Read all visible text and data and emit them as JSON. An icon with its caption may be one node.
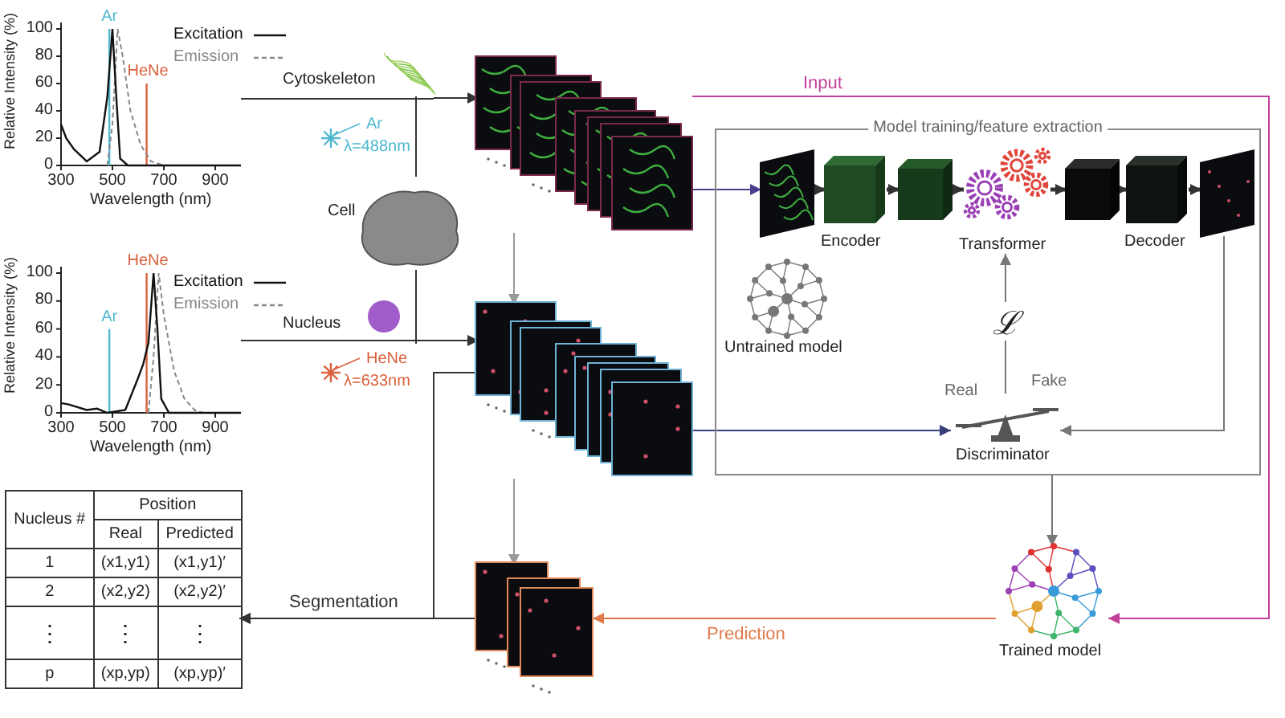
{
  "diagram": {
    "nodes": [
      {
        "text": [
          "Cytoskeleton"
        ]
      },
      {
        "text": [
          "Cell"
        ]
      },
      {
        "text": [
          "Nucleus"
        ]
      },
      {
        "text": [],
        "shape": "picture"
      },
      {
        "text": [],
        "shape": "picture"
      },
      {
        "text": [
          "Model training/feature extraction"
        ]
      },
      {
        "text": [],
        "shape": "picture",
        "in": 5
      },
      {
        "text": [
          "Encoder"
        ],
        "in": 5
      },
      {
        "text": [],
        "shape": "cube",
        "in": 5
      },
      {
        "text": [
          "Transformer"
        ],
        "in": 5
      },
      {
        "text": [],
        "shape": "cube",
        "in": 5
      },
      {
        "text": [
          "Decoder"
        ],
        "in": 5
      },
      {
        "text": [],
        "shape": "picture",
        "in": 5
      },
      {
        "text": [
          "Untrained model"
        ],
        "in": 5
      },
      {
        "text": [
          "Discriminator"
        ],
        "in": 5
      },
      {
        "text": [
          "ℒ"
        ],
        "in": 5
      },
      {
        "text": [
          "Trained model"
        ]
      },
      {
        "text": [],
        "shape": "picture"
      },
      {
        "text": [],
        "shape": "table"
      }
    ],
    "edges": [
      {
        "from": 0,
        "to": 3,
        "arrow": "to"
      },
      {
        "from": 1,
        "to": 0,
        "arrow": "none"
      },
      {
        "from": 1,
        "to": 2,
        "arrow": "none"
      },
      {
        "from": 2,
        "to": 4,
        "arrow": "to"
      },
      {
        "from": 3,
        "to": 4,
        "arrow": "to",
        "color": "#999999"
      },
      {
        "from": 4,
        "to": 17,
        "arrow": "to",
        "color": "#999999"
      },
      {
        "from": 3,
        "to": 16,
        "arrow": "to",
        "label": "Input",
        "color": "#c0409a"
      },
      {
        "from": 3,
        "to": 6,
        "arrow": "to",
        "color": "#4a3f8c"
      },
      {
        "from": 6,
        "to": 7,
        "arrow": "to",
        "style": "thick"
      },
      {
        "from": 7,
        "to": 8,
        "arrow": "to",
        "style": "thick"
      },
      {
        "from": 8,
        "to": 9,
        "arrow": "to",
        "style": "thick"
      },
      {
        "from": 9,
        "to": 10,
        "arrow": "to",
        "style": "thick"
      },
      {
        "from": 10,
        "to": 11,
        "arrow": "to",
        "style": "thick"
      },
      {
        "from": 11,
        "to": 12,
        "arrow": "to",
        "style": "thick"
      },
      {
        "from": 12,
        "to": 14,
        "arrow": "to",
        "color": "#777777"
      },
      {
        "from": 4,
        "to": 14,
        "arrow": "to",
        "color": "#3a3f7a"
      },
      {
        "from": 14,
        "to": 15,
        "arrow": "none",
        "color": "#777777"
      },
      {
        "from": 15,
        "to": 9,
        "arrow": "to",
        "color": "#777777"
      },
      {
        "from": 5,
        "to": 16,
        "arrow": "to",
        "color": "#777777"
      },
      {
        "from": 16,
        "to": 17,
        "arrow": "to",
        "label": "Prediction",
        "color": "#e07a4a"
      },
      {
        "from": 17,
        "to": 18,
        "arrow": "to",
        "label": "Segmentation"
      },
      {
        "from": 4,
        "to": 18,
        "arrow": "to"
      }
    ],
    "labels": [
      "Ar",
      "HeNe",
      "Relative Intensity (%)",
      "100",
      "80",
      "60",
      "40",
      "20",
      "0",
      "300",
      "500",
      "700",
      "900",
      "Wavelength (nm)",
      "Ar",
      "λ=488nm",
      "HeNe",
      "Ar",
      "Relative Intensity (%)",
      "100",
      "80",
      "60",
      "40",
      "20",
      "0",
      "300",
      "500",
      "700",
      "900",
      "Wavelength (nm)",
      "HeNe",
      "λ=633nm",
      "Fake",
      "Real",
      "Nucleus #",
      "Position",
      "Real",
      "Predicted",
      "1",
      "(x1,y1)",
      "(x1,y1)′",
      "2",
      "(x2,y2)",
      "(x2,y2)′",
      "⋮",
      "⋮",
      "⋮",
      "p",
      "(xp,yp)",
      "(xp,yp)′"
    ],
    "legend": [
      {
        "text": "Excitation"
      },
      {
        "text": "Emission"
      },
      {
        "text": "Excitation"
      },
      {
        "text": "Emission"
      }
    ]
  }
}
